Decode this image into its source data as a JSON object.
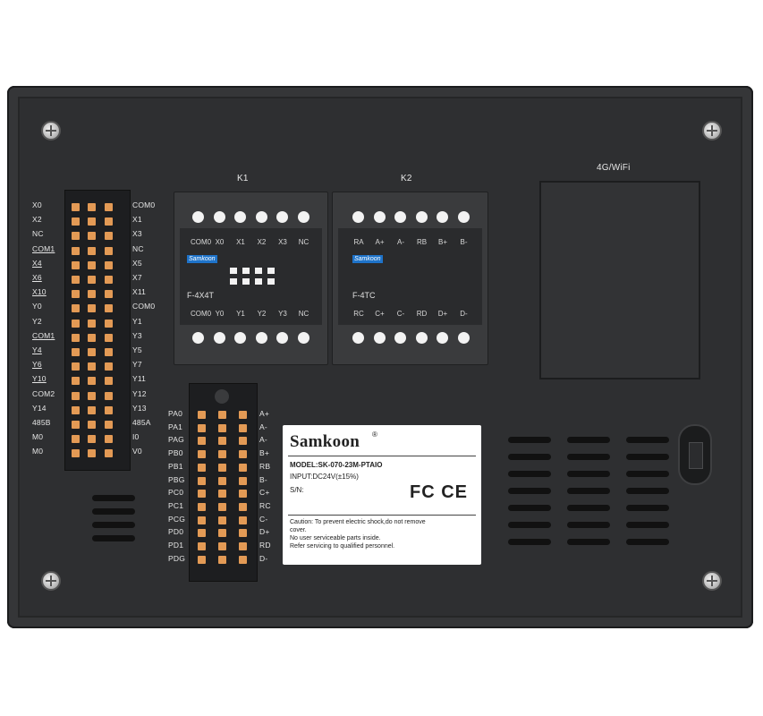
{
  "device": {
    "section_labels": {
      "k1": "K1",
      "k2": "K2",
      "wifi": "4G/WiFi"
    },
    "left_terminal": {
      "left_labels": [
        "X0",
        "X2",
        "NC",
        "COM1",
        "X4",
        "X6",
        "X10",
        "Y0",
        "Y2",
        "COM1",
        "Y4",
        "Y6",
        "Y10",
        "COM2",
        "Y14",
        "485B",
        "M0",
        "M0"
      ],
      "right_labels": [
        "COM0",
        "X1",
        "X3",
        "NC",
        "X5",
        "X7",
        "X11",
        "COM0",
        "Y1",
        "Y3",
        "Y5",
        "Y7",
        "Y11",
        "Y12",
        "Y13",
        "485A",
        "I0",
        "V0"
      ]
    },
    "k1_module": {
      "top_labels": [
        "COM0",
        "X0",
        "X1",
        "X2",
        "X3",
        "NC"
      ],
      "bottom_labels": [
        "COM0",
        "Y0",
        "Y1",
        "Y2",
        "Y3",
        "NC"
      ],
      "brand": "Samkoon",
      "model": "F-4X4T"
    },
    "k2_module": {
      "top_labels": [
        "RA",
        "A+",
        "A-",
        "RB",
        "B+",
        "B-"
      ],
      "bottom_labels": [
        "RC",
        "C+",
        "C-",
        "RD",
        "D+",
        "D-"
      ],
      "brand": "Samkoon",
      "model": "F-4TC"
    },
    "bottom_terminal": {
      "left_labels": [
        "PA0",
        "PA1",
        "PAG",
        "PB0",
        "PB1",
        "PBG",
        "PC0",
        "PC1",
        "PCG",
        "PD0",
        "PD1",
        "PDG"
      ],
      "right_labels": [
        "A+",
        "A-",
        "A-",
        "B+",
        "RB",
        "B-",
        "C+",
        "RC",
        "C-",
        "D+",
        "RD",
        "D-"
      ]
    },
    "nameplate": {
      "brand": "Samkoon",
      "registered": "®",
      "model": "MODEL:SK-070-23M-PTAIO",
      "input": "INPUT:DC24V(±15%)",
      "sn": "S/N:",
      "certs": "FC CE",
      "caution_1": "Caution: To prevent electric shock,do not remove",
      "caution_2": "cover.",
      "caution_3": "No user serviceable parts inside.",
      "caution_4": "Refer servicing to qualified personnel."
    }
  },
  "colors": {
    "housing": "#2e2f31",
    "terminal_pin": "#e39a55",
    "brand_badge": "#1e73c9",
    "nameplate": "#ffffff"
  },
  "icons": [
    "screw-icon",
    "fcc-icon",
    "ce-icon"
  ]
}
